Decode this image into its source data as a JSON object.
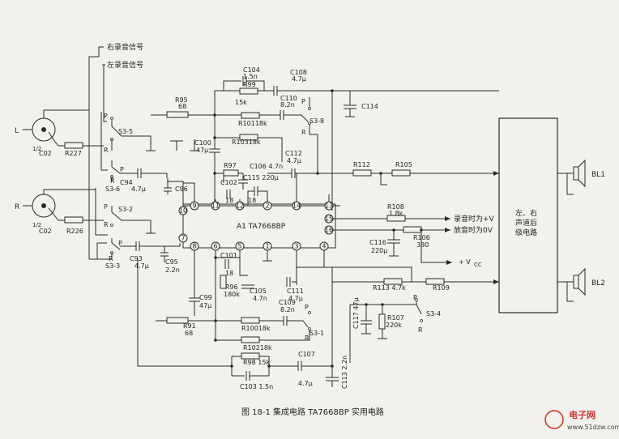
{
  "signals": {
    "right_rec": "右录音信号",
    "left_rec": "左录音信号"
  },
  "jacks": {
    "left": "L",
    "right": "R"
  },
  "ic": {
    "name": "A1 TA7668BP",
    "pins": [
      "9",
      "11",
      "12",
      "2",
      "14",
      "13",
      "15",
      "16",
      "4",
      "3",
      "1",
      "5",
      "6",
      "8",
      "7",
      "10"
    ]
  },
  "labels": {
    "c104": "C104",
    "c104v": "1.5n",
    "r99": "R99",
    "r99v": "15k",
    "c108": "C108",
    "c108v": "4.7μ",
    "c110": "C110",
    "c110v": "8.2n",
    "c114": "C114",
    "r95": "R95",
    "r95v": "68",
    "r101": "R10118k",
    "s35": "S3-5",
    "s38": "S3-8",
    "p": "P",
    "r": "R",
    "c02a_half": "1/2",
    "c02a": "C02",
    "r227": "R227",
    "r103": "R10318k",
    "c100": "C100",
    "c100v": "47μ",
    "c112": "C112",
    "c112v": "4.7μ",
    "r97": "R97",
    "c106": "C106 4.7n",
    "c115": "C115 220μ",
    "c102": "C102",
    "v18a": "18",
    "v18b": "18",
    "c94": "C94",
    "c94v": "4.7μ",
    "s36": "S3-6",
    "c96": "C96",
    "r112": "R112",
    "r105": "R105",
    "r108": "R108",
    "r108v": "1.8k",
    "s32": "S3-2",
    "rec_v": "录音时为+V",
    "play_0": "放音时为0V",
    "c02b_half": "1/2",
    "c02b": "C02",
    "r226": "R226",
    "c116": "C116",
    "c116v": "220μ",
    "r106": "R106",
    "r106v": "330",
    "vcc": "+ V",
    "vcc_sub": "CC",
    "c93": "C93",
    "c93v": "4.7μ",
    "c95": "C95",
    "c95v": "2.2n",
    "s33": "S3-3",
    "c101": "C101",
    "v18c": "18",
    "r96": "R96",
    "r96v": "180k",
    "c105": "C105",
    "c105v": "4.7n",
    "c111": "C111",
    "c111v": "4.7μ",
    "r113": "R113 4.7k",
    "r109": "R109",
    "c99": "C99",
    "c99v": "47μ",
    "c109": "C109",
    "c109v": "8.2n",
    "r91": "R91",
    "r91v": "68",
    "r100": "R10018k",
    "s31": "S3-1",
    "r102": "R10218k",
    "c117": "C117 47μ",
    "r107": "R107",
    "r107v": "220k",
    "s34": "S3-4",
    "r98": "R98 15k",
    "c107": "C107",
    "c107v": "4.7μ",
    "c113": "C113 2.2n",
    "c103": "C103 1.5n",
    "amp_block": [
      "左、右",
      "声道后",
      "级电路"
    ],
    "bl1": "BL1",
    "bl2": "BL2"
  },
  "caption": "图 18-1  集成电路 TA7668BP 实用电路",
  "watermark": {
    "brand": "电子网",
    "url": "www.51dzw.com"
  }
}
